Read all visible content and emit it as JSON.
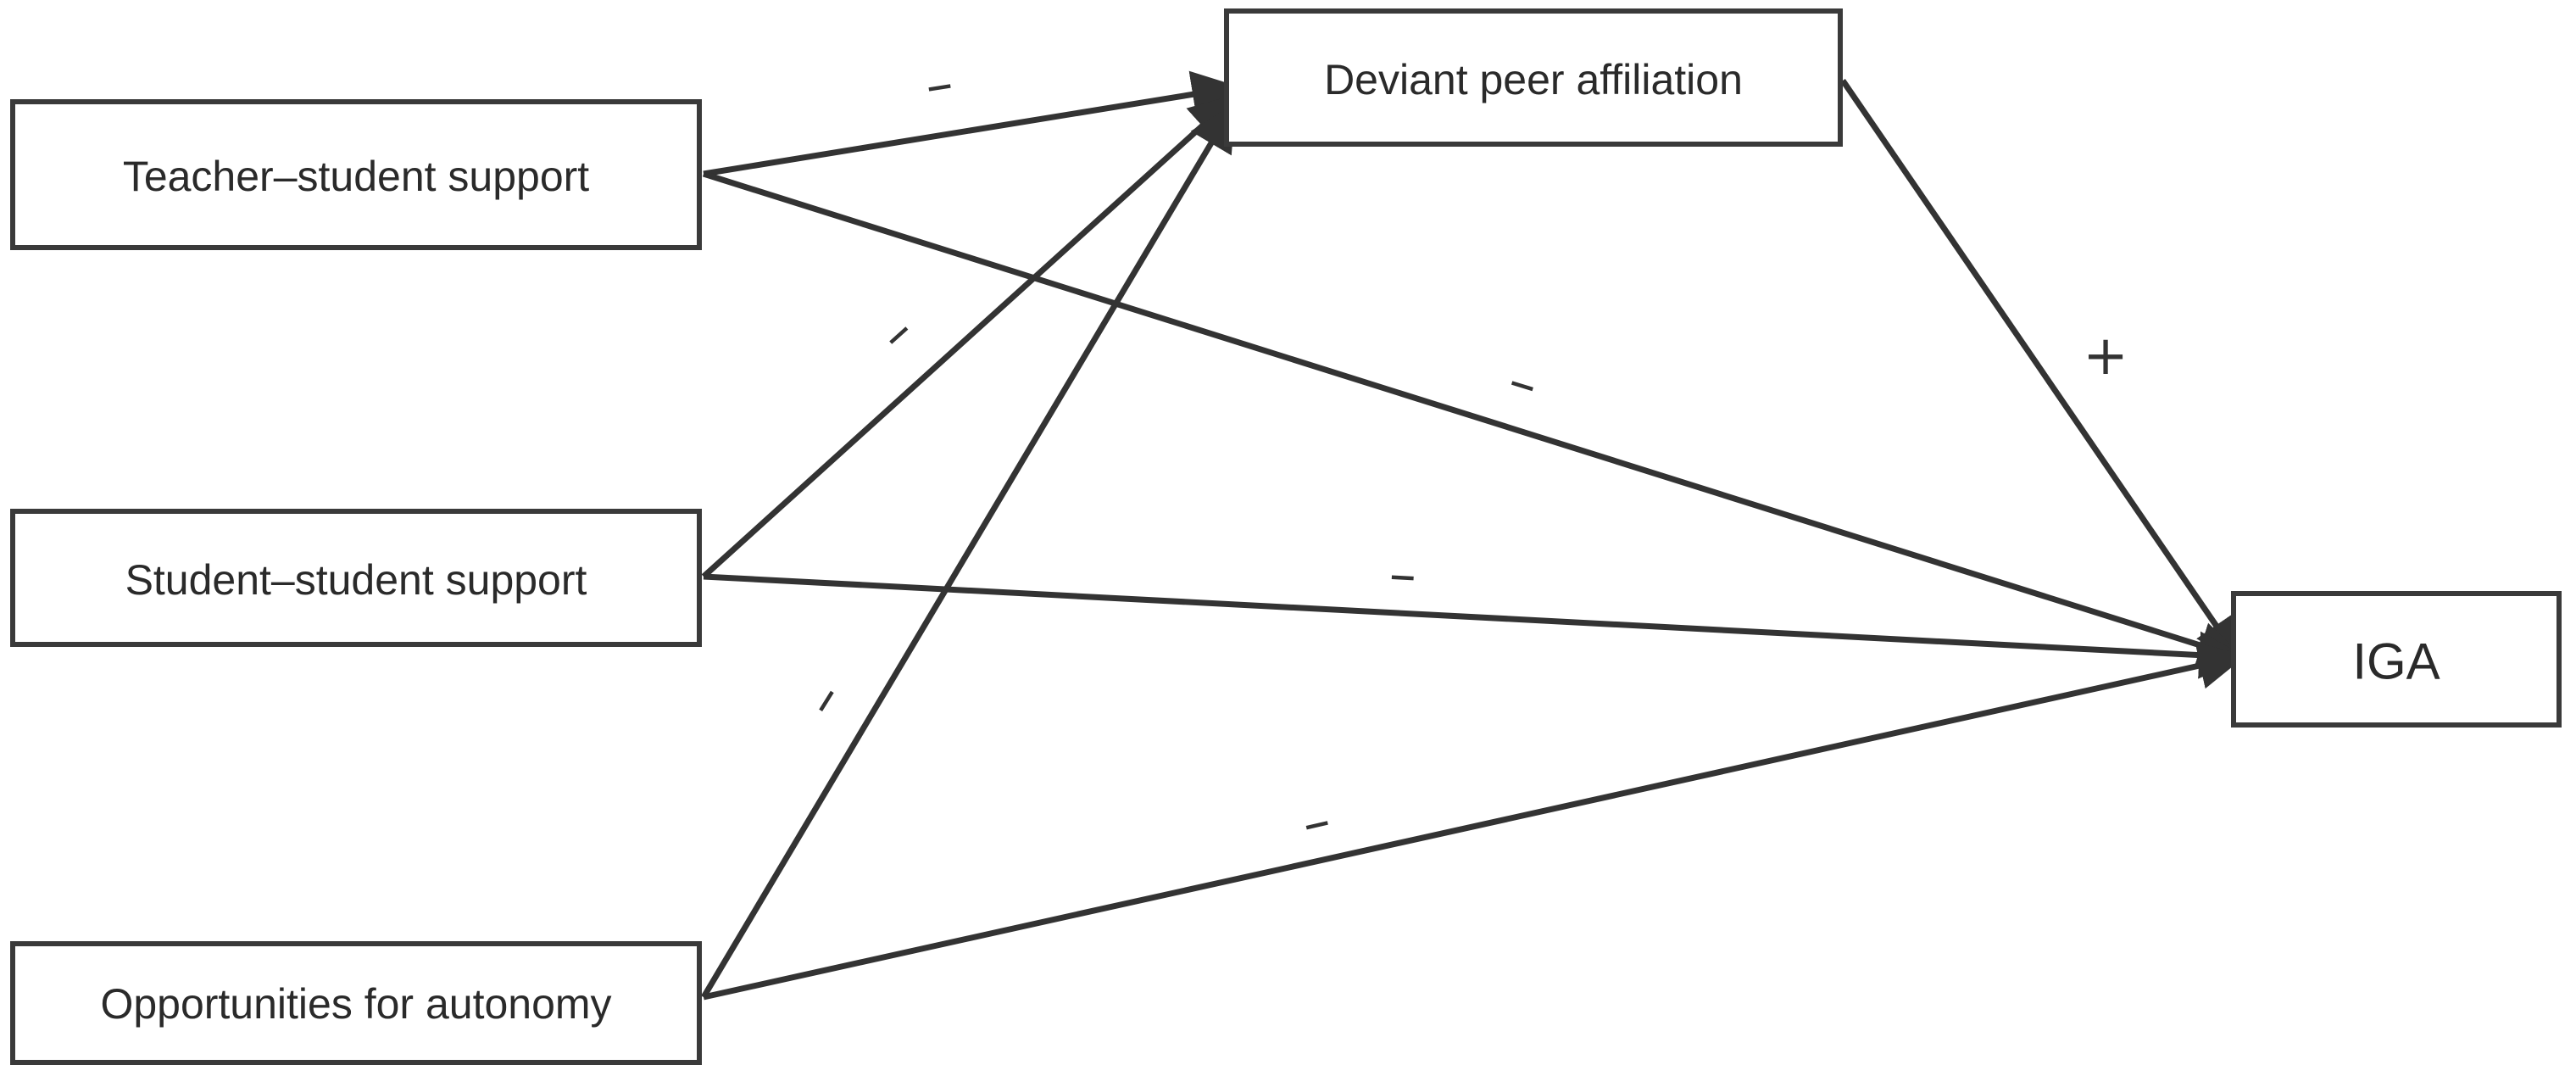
{
  "nodes": {
    "teacher_student_support": "Teacher–student support",
    "student_student_support": "Student–student support",
    "opportunities_for_autonomy": "Opportunities for autonomy",
    "deviant_peer_affiliation": "Deviant peer affiliation",
    "iga": "IGA"
  },
  "edges": [
    {
      "from": "teacher_student_support",
      "to": "deviant_peer_affiliation",
      "sign": "–"
    },
    {
      "from": "student_student_support",
      "to": "deviant_peer_affiliation",
      "sign": "–"
    },
    {
      "from": "opportunities_for_autonomy",
      "to": "deviant_peer_affiliation",
      "sign": "–"
    },
    {
      "from": "deviant_peer_affiliation",
      "to": "iga",
      "sign": "+"
    },
    {
      "from": "teacher_student_support",
      "to": "iga",
      "sign": "–"
    },
    {
      "from": "student_student_support",
      "to": "iga",
      "sign": "–"
    },
    {
      "from": "opportunities_for_autonomy",
      "to": "iga",
      "sign": "–"
    }
  ],
  "colors": {
    "line": "#333333",
    "box_border": "#3a3a3a",
    "text": "#2a2a2a",
    "background": "#ffffff"
  }
}
